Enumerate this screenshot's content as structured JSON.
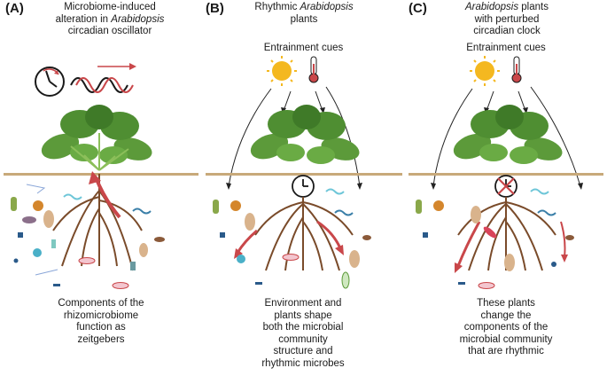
{
  "panels": [
    {
      "letter": "(A)",
      "title_pre": "Microbiome-induced",
      "title_line2_pre": "alteration in ",
      "title_italic": "Arabidopsis",
      "title_line3": "circadian oscillator",
      "cues": "",
      "caption": [
        "Components of the",
        "rhizomicrobiome",
        "function as",
        "zeitgebers"
      ]
    },
    {
      "letter": "(B)",
      "title_pre": "Rhythmic ",
      "title_italic": "Arabidopsis",
      "title_line2": "plants",
      "cues": "Entrainment cues",
      "caption": [
        "Environment and",
        "plants shape",
        "both the microbial",
        "community",
        "structure and",
        "rhythmic microbes"
      ]
    },
    {
      "letter": "(C)",
      "title_italic": "Arabidopsis",
      "title_post": " plants",
      "title_line2": "with perturbed",
      "title_line3": "circadian clock",
      "cues": "Entrainment cues",
      "caption": [
        "These plants",
        "change the",
        "components of the",
        "microbial community",
        "that are rhythmic"
      ]
    }
  ],
  "icons": [
    "clock-icon",
    "sine-wave-icon",
    "sun-icon",
    "thermometer-icon",
    "plant-rosette",
    "root-system",
    "microbe"
  ],
  "colors": {
    "ground": "#c8a97a",
    "leaf": "#5c9a3a",
    "leaf_dark": "#3f7a28",
    "root": "#7a4b2a",
    "arrow_red": "#c9474a",
    "arrow_black": "#222222",
    "sun": "#f4b820"
  }
}
